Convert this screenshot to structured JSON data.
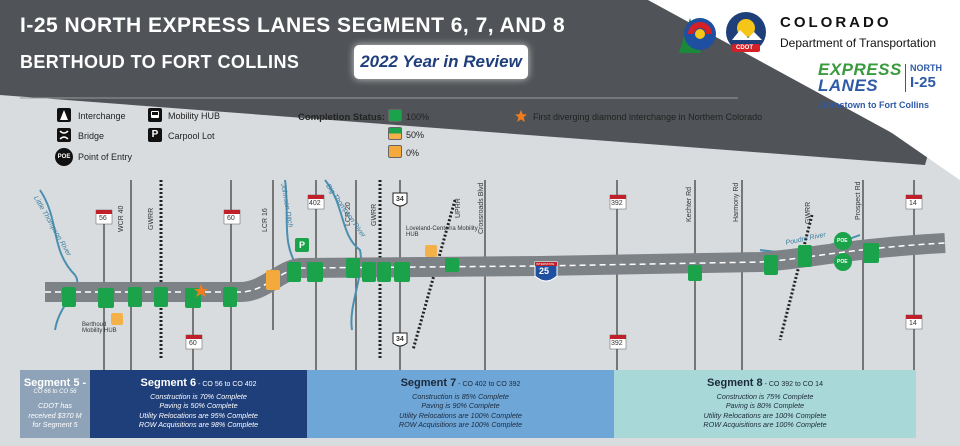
{
  "header": {
    "title": "I-25 NORTH EXPRESS LANES SEGMENT 6, 7, AND 8",
    "subtitle": "BERTHOUD TO FORT COLLINS",
    "badge": "2022 Year in Review"
  },
  "logos": {
    "cdot_small": "CDOT",
    "state": "COLORADO",
    "department": "Department of Transportation",
    "express_line1": "EXPRESS",
    "express_line2": "LANES",
    "north": "NORTH",
    "route": "I-25",
    "express_sub": "Johnstown to Fort Collins"
  },
  "legend": {
    "interchange": "Interchange",
    "bridge": "Bridge",
    "poe": "Point of Entry",
    "poe_icon": "POE",
    "mobility_hub": "Mobility HUB",
    "carpool": "Carpool Lot",
    "carpool_icon": "P",
    "status_label": "Completion Status:",
    "status_100": "100%",
    "status_50": "50%",
    "status_0": "0%",
    "star_note": "First diverging diamond interchange in Northern Colorado"
  },
  "colors": {
    "complete": "#1aa34a",
    "half": "#f4b14a",
    "none": "#f4a93c",
    "seg5": "#8fa3b8",
    "seg6": "#1e3f7a",
    "seg7": "#6fa6d8",
    "seg8": "#a9d8d8",
    "accent_star": "#f07c1e"
  },
  "map": {
    "shields": {
      "co56": "56",
      "co60_top": "60",
      "co60_bottom": "60",
      "co402": "402",
      "us34_top": "34",
      "us34_bottom": "34",
      "co392_top": "392",
      "co392_bottom": "392",
      "co14_top": "14",
      "co14_bottom": "14",
      "i25": "25",
      "i25_top": "INTERSTATE"
    },
    "roads": {
      "wcr40": "WCR 40",
      "gwrr1": "GWRR",
      "lcr16": "LCR 16",
      "lcr20": "LCR 20",
      "gwrr2": "GWRR",
      "uprr": "UPRR",
      "crossroads": "Crossroads Blvd",
      "kechter": "Kechter Rd",
      "harmony": "Harmony Rd",
      "gwrr3": "GWRR",
      "prospect": "Prospect Rd"
    },
    "rivers": {
      "little_thompson": "Little Thompson River",
      "johnson_ditch": "Johnson Ditch",
      "big_thompson": "Big Thompson River",
      "poudre": "Poudre River"
    },
    "hubs": {
      "berthoud": "Berthoud Mobility HUB",
      "loveland": "Loveland-Centerra Mobility HUB"
    },
    "poe_labels": [
      "POE",
      "POE"
    ],
    "carpool_label": "P"
  },
  "segments": [
    {
      "name": "Segment 5 -",
      "range": "CO 66 to CO 56",
      "lines": [
        "CDOT has",
        "received $370 M",
        "for Segment 5"
      ]
    },
    {
      "name": "Segment 6",
      "range": " - CO 56 to CO 402",
      "lines": [
        "Construction is 70% Complete",
        "Paving is 50% Complete",
        "Utility Relocations are 95% Complete",
        "ROW Acquisitions are 98% Complete"
      ]
    },
    {
      "name": "Segment 7",
      "range": " - CO 402 to CO 392",
      "lines": [
        "Construction is 85% Complete",
        "Paving is 90% Complete",
        "Utility Relocations are 100% Complete",
        "ROW Acquisitions are 100% Complete"
      ]
    },
    {
      "name": "Segment 8",
      "range": " - CO 392 to CO 14",
      "lines": [
        "Construction is 75% Complete",
        "Paving is 80% Complete",
        "Utility Relocations are 100% Complete",
        "ROW Acquisitions are 100% Complete"
      ]
    }
  ]
}
